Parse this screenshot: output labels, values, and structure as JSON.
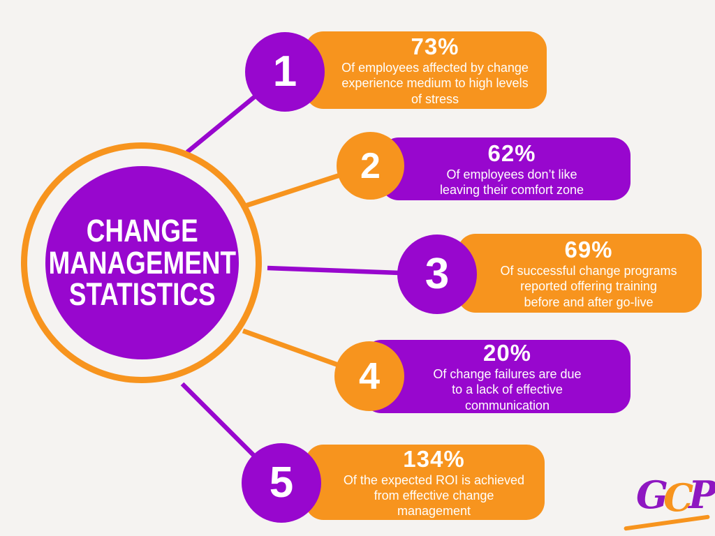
{
  "background": "#F5F3F1",
  "palette": {
    "purple": "#9807CE",
    "orange": "#F7941E",
    "text_on_fill": "#FFFFFF"
  },
  "center": {
    "title": "CHANGE\nMANAGEMENT\nSTATISTICS"
  },
  "items": [
    {
      "number": "1",
      "stat": "73%",
      "description": "Of employees affected by change\nexperience medium to high levels\nof stress",
      "circle_color": "#9807CE",
      "box_color": "#F7941E"
    },
    {
      "number": "2",
      "stat": "62%",
      "description": "Of employees don’t like\nleaving their comfort zone",
      "circle_color": "#F7941E",
      "box_color": "#9807CE"
    },
    {
      "number": "3",
      "stat": "69%",
      "description": "Of successful change programs\nreported offering training\nbefore and after go-live",
      "circle_color": "#9807CE",
      "box_color": "#F7941E"
    },
    {
      "number": "4",
      "stat": "20%",
      "description": "Of change failures are due\nto a lack of effective\ncommunication",
      "circle_color": "#F7941E",
      "box_color": "#9807CE"
    },
    {
      "number": "5",
      "stat": "134%",
      "description": "Of the expected ROI is achieved\nfrom effective change\nmanagement",
      "circle_color": "#9807CE",
      "box_color": "#F7941E"
    }
  ],
  "logo": {
    "text": "GCP",
    "letters": [
      {
        "char": "G",
        "color": "#8E17C1"
      },
      {
        "char": "C",
        "color": "#F7941E"
      },
      {
        "char": "P",
        "color": "#8E17C1"
      }
    ]
  }
}
